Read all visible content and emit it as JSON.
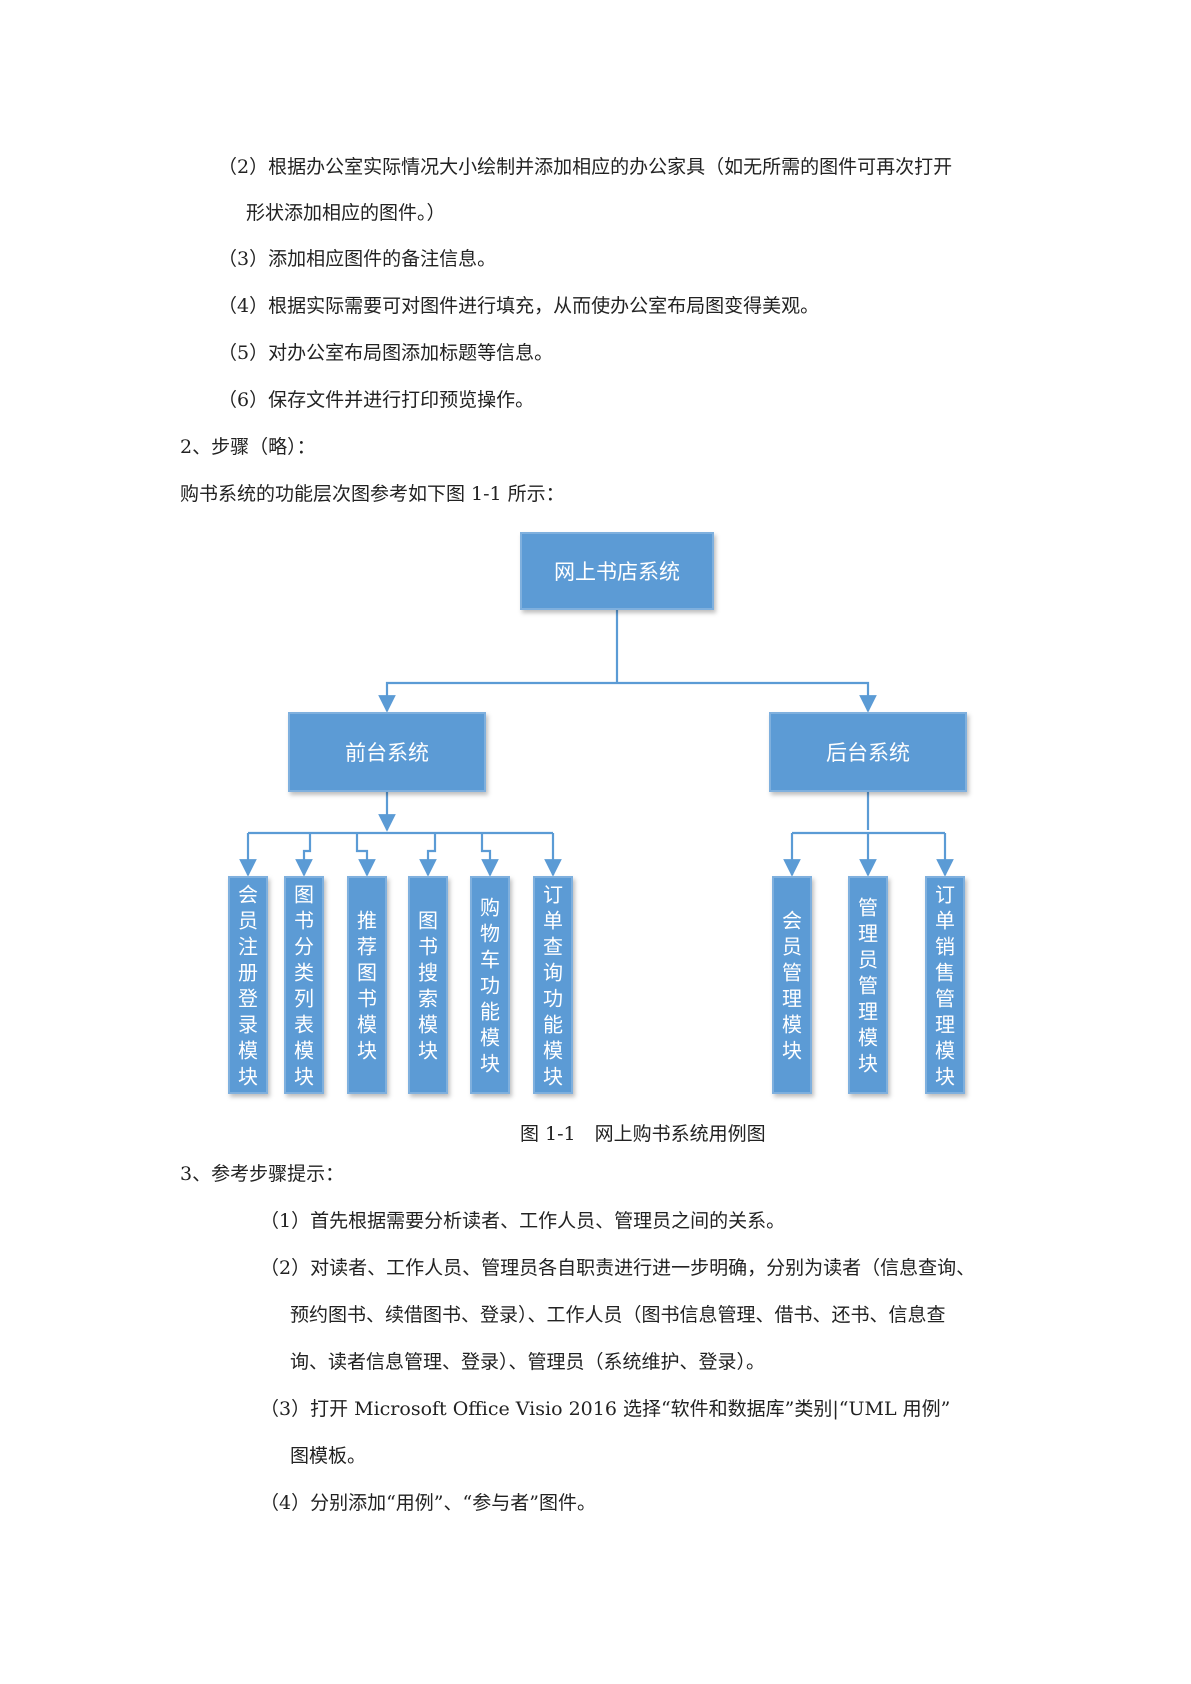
{
  "paragraphs": {
    "p2_a": "（2）根据办公室实际情况大小绘制并添加相应的办公家具（如无所需的图件可再次打开",
    "p2_b": "形状添加相应的图件。）",
    "p3": "（3）添加相应图件的备注信息。",
    "p4": "（4）根据实际需要可对图件进行填充，从而使办公室布局图变得美观。",
    "p5": "（5）对办公室布局图添加标题等信息。",
    "p6": "（6）保存文件并进行打印预览操作。"
  },
  "section2": {
    "heading": "2、步骤（略）：",
    "intro": "购书系统的功能层次图参考如下图 1-1 所示："
  },
  "diagram": {
    "colors": {
      "box_fill": "#5b9bd5",
      "box_border": "#7fb0de",
      "connector": "#5b9bd5",
      "text": "#ffffff"
    },
    "root": "网上书店系统",
    "front": {
      "label": "前台系统",
      "modules": [
        "会员注册登录模块",
        "图书分类列表模块",
        "推荐图书模块",
        "图书搜索模块",
        "购物车功能模块",
        "订单查询功能模块"
      ]
    },
    "back": {
      "label": "后台系统",
      "modules": [
        "会员管理模块",
        "管理员管理模块",
        "订单销售管理模块"
      ]
    },
    "caption": "图 1-1　网上购书系统用例图"
  },
  "section3": {
    "heading": "3、参考步骤提示：",
    "s1": "（1）首先根据需要分析读者、工作人员、管理员之间的关系。",
    "s2_a": "（2）对读者、工作人员、管理员各自职责进行进一步明确，分别为读者（信息查询、",
    "s2_b": "预约图书、续借图书、登录）、工作人员（图书信息管理、借书、还书、信息查",
    "s2_c": "询、读者信息管理、登录）、管理员（系统维护、登录）。",
    "s3_a": "（3）打开 Microsoft Office Visio 2016 选择“软件和数据库”类别|“UML 用例”",
    "s3_b": "图模板。",
    "s4": "（4）分别添加“用例”、“参与者”图件。"
  }
}
